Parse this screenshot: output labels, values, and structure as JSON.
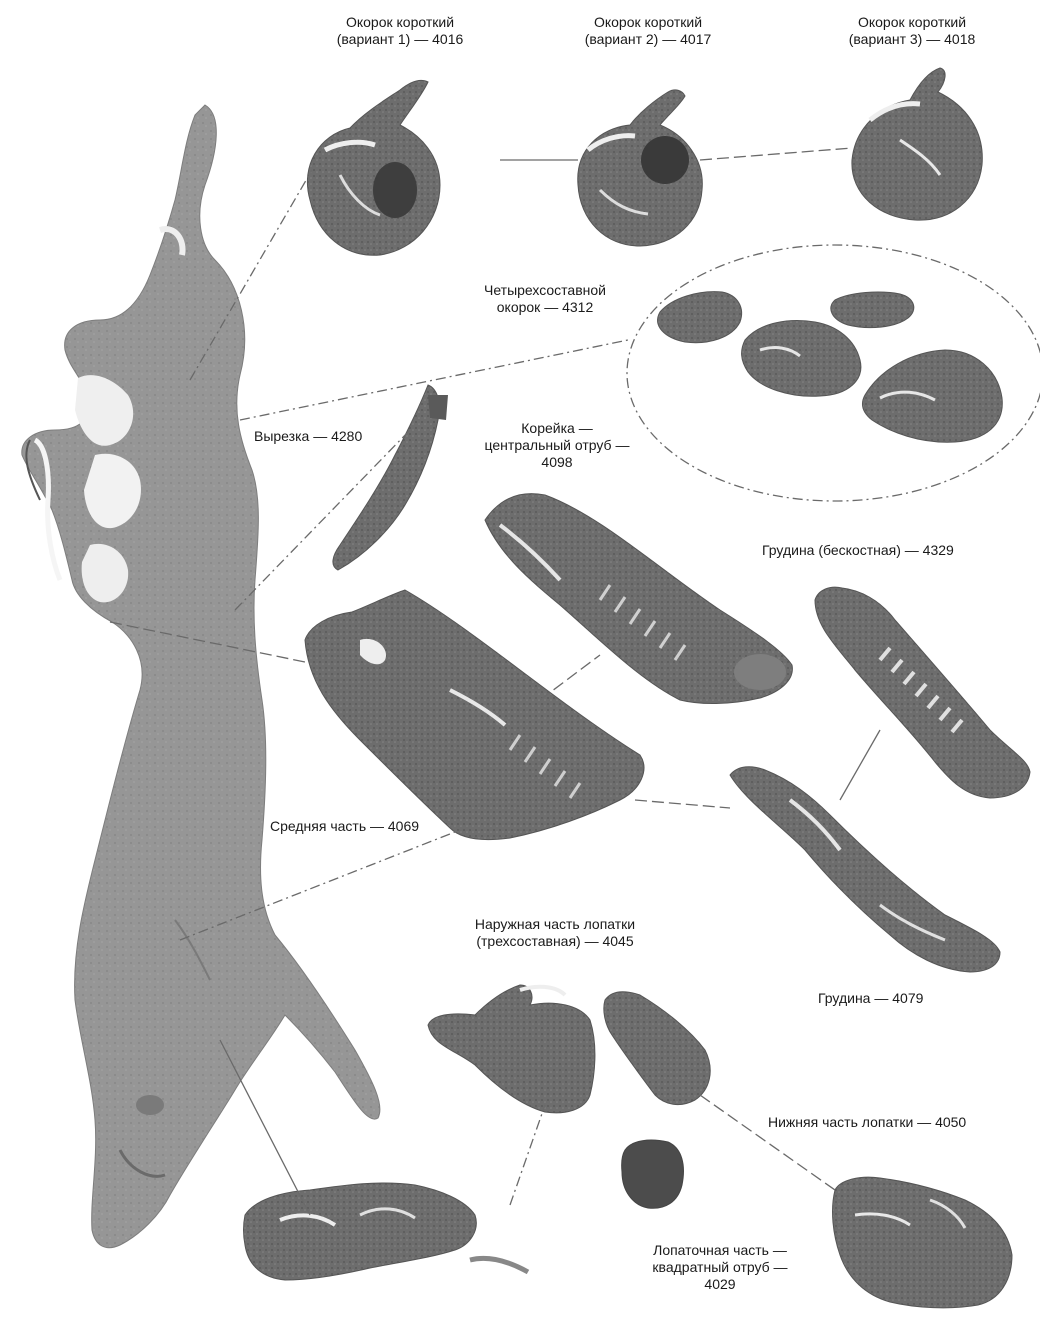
{
  "labels": {
    "ham_short_v1": {
      "line1": "Окорок короткий",
      "line2": "(вариант 1) — 4016"
    },
    "ham_short_v2": {
      "line1": "Окорок короткий",
      "line2": "(вариант 2) — 4017"
    },
    "ham_short_v3": {
      "line1": "Окорок короткий",
      "line2": "(вариант 3) — 4018"
    },
    "ham_four_part": {
      "line1": "Четырехсоставной",
      "line2": "окорок — 4312"
    },
    "tenderloin": {
      "line1": "Вырезка — 4280"
    },
    "loin_center": {
      "line1": "Корейка —",
      "line2": "центральный отруб —",
      "line3": "4098"
    },
    "belly_boneless": {
      "line1": "Грудина (бескостная) — 4329"
    },
    "middle": {
      "line1": "Средняя часть — 4069"
    },
    "shoulder_outer": {
      "line1": "Наружная часть лопатки",
      "line2": "(трехсоставная) — 4045"
    },
    "belly": {
      "line1": "Грудина — 4079"
    },
    "shoulder_lower": {
      "line1": "Нижняя часть лопатки — 4050"
    },
    "shoulder_square": {
      "line1": "Лопаточная часть —",
      "line2": "квадратный отруб —",
      "line3": "4029"
    }
  },
  "colors": {
    "meat_dark": "#4a4a4a",
    "meat_mid": "#7a7a7a",
    "meat_light": "#9c9c9c",
    "fat": "#e6e6e6",
    "line": "#6a6a6a"
  }
}
